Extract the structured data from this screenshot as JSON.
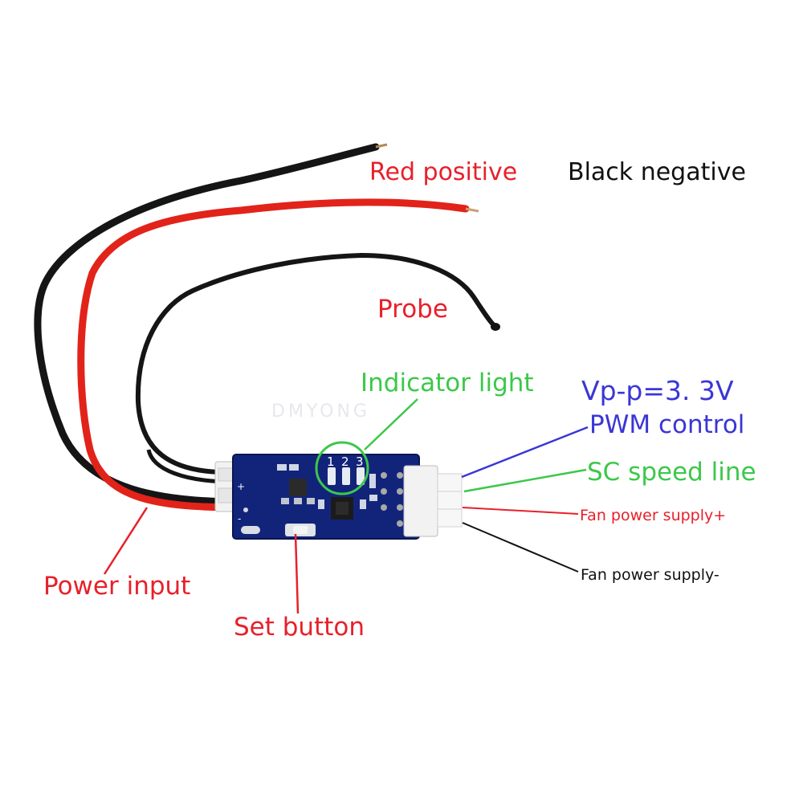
{
  "labels": {
    "red_positive": "Red positive",
    "black_negative": "Black negative",
    "probe": "Probe",
    "indicator_light": "Indicator light",
    "vpp": "Vp-p=3. 3V",
    "pwm_control": "PWM control",
    "sc_speed_line": "SC speed line",
    "fan_power_plus": "Fan power supply+",
    "fan_power_minus": "Fan power supply-",
    "power_input": "Power input",
    "set_button": "Set button"
  },
  "board": {
    "led_numbers": [
      "1",
      "2",
      "3"
    ],
    "polarity_plus": "+",
    "polarity_minus": "-",
    "watermark": "DMYONG"
  },
  "colors": {
    "red_label": "#e8202a",
    "black_label": "#111111",
    "green_label": "#3cc84a",
    "blue_label": "#3a36d6",
    "board": "#12247a",
    "wire_red": "#e2231a",
    "wire_black": "#151515"
  }
}
